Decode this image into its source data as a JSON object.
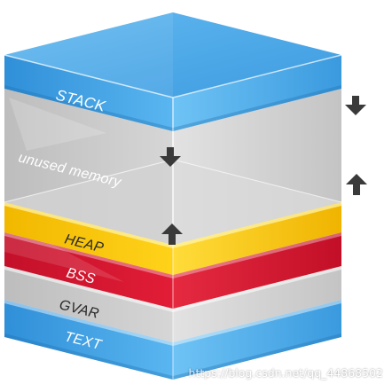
{
  "layers": {
    "stack": {
      "label": "STACK",
      "color": "#3f9fe0"
    },
    "unused": {
      "label": "unused memory",
      "color": "#cfcfcf"
    },
    "heap": {
      "label": "HEAP",
      "color": "#f5c400"
    },
    "bss": {
      "label": "BSS",
      "color": "#d3142b"
    },
    "gvar": {
      "label": "GVAR",
      "color": "#d8d8d8"
    },
    "text": {
      "label": "TEXT",
      "color": "#3f9fe0"
    }
  },
  "arrows": {
    "stack_grows": "down-arrow-icon",
    "heap_grows": "up-arrow-icon"
  },
  "watermark": "https://blog.csdn.net/qq_44868502"
}
